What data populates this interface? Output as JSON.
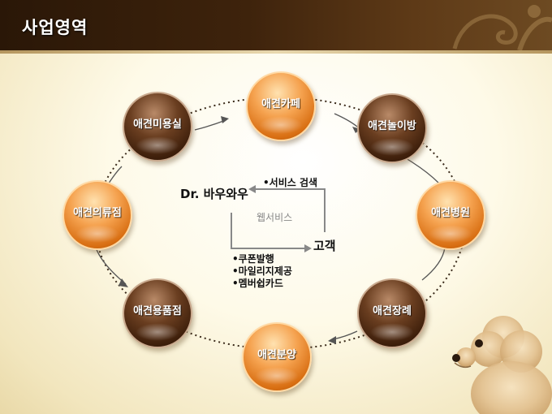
{
  "slide": {
    "title": "사업영역"
  },
  "cycle": {
    "nodes": [
      {
        "label": "애견카페"
      },
      {
        "label": "애견놀이방"
      },
      {
        "label": "애견병원"
      },
      {
        "label": "애견장례"
      },
      {
        "label": "애견분양"
      },
      {
        "label": "애견용품점"
      },
      {
        "label": "애견의류점"
      },
      {
        "label": "애견미용실"
      }
    ]
  },
  "center": {
    "service_name": "Dr. 바우와우",
    "customer": "고객",
    "web_service": "웹서비스",
    "search_note": "•서비스 검색",
    "benefits": [
      "•쿠폰발행",
      "•마일리지제공",
      "•멤버쉽카드"
    ]
  },
  "colors": {
    "header": "#3e230c",
    "orange_node": "#e88524",
    "brown_node": "#4a260f",
    "title_text": "#ffffff"
  }
}
